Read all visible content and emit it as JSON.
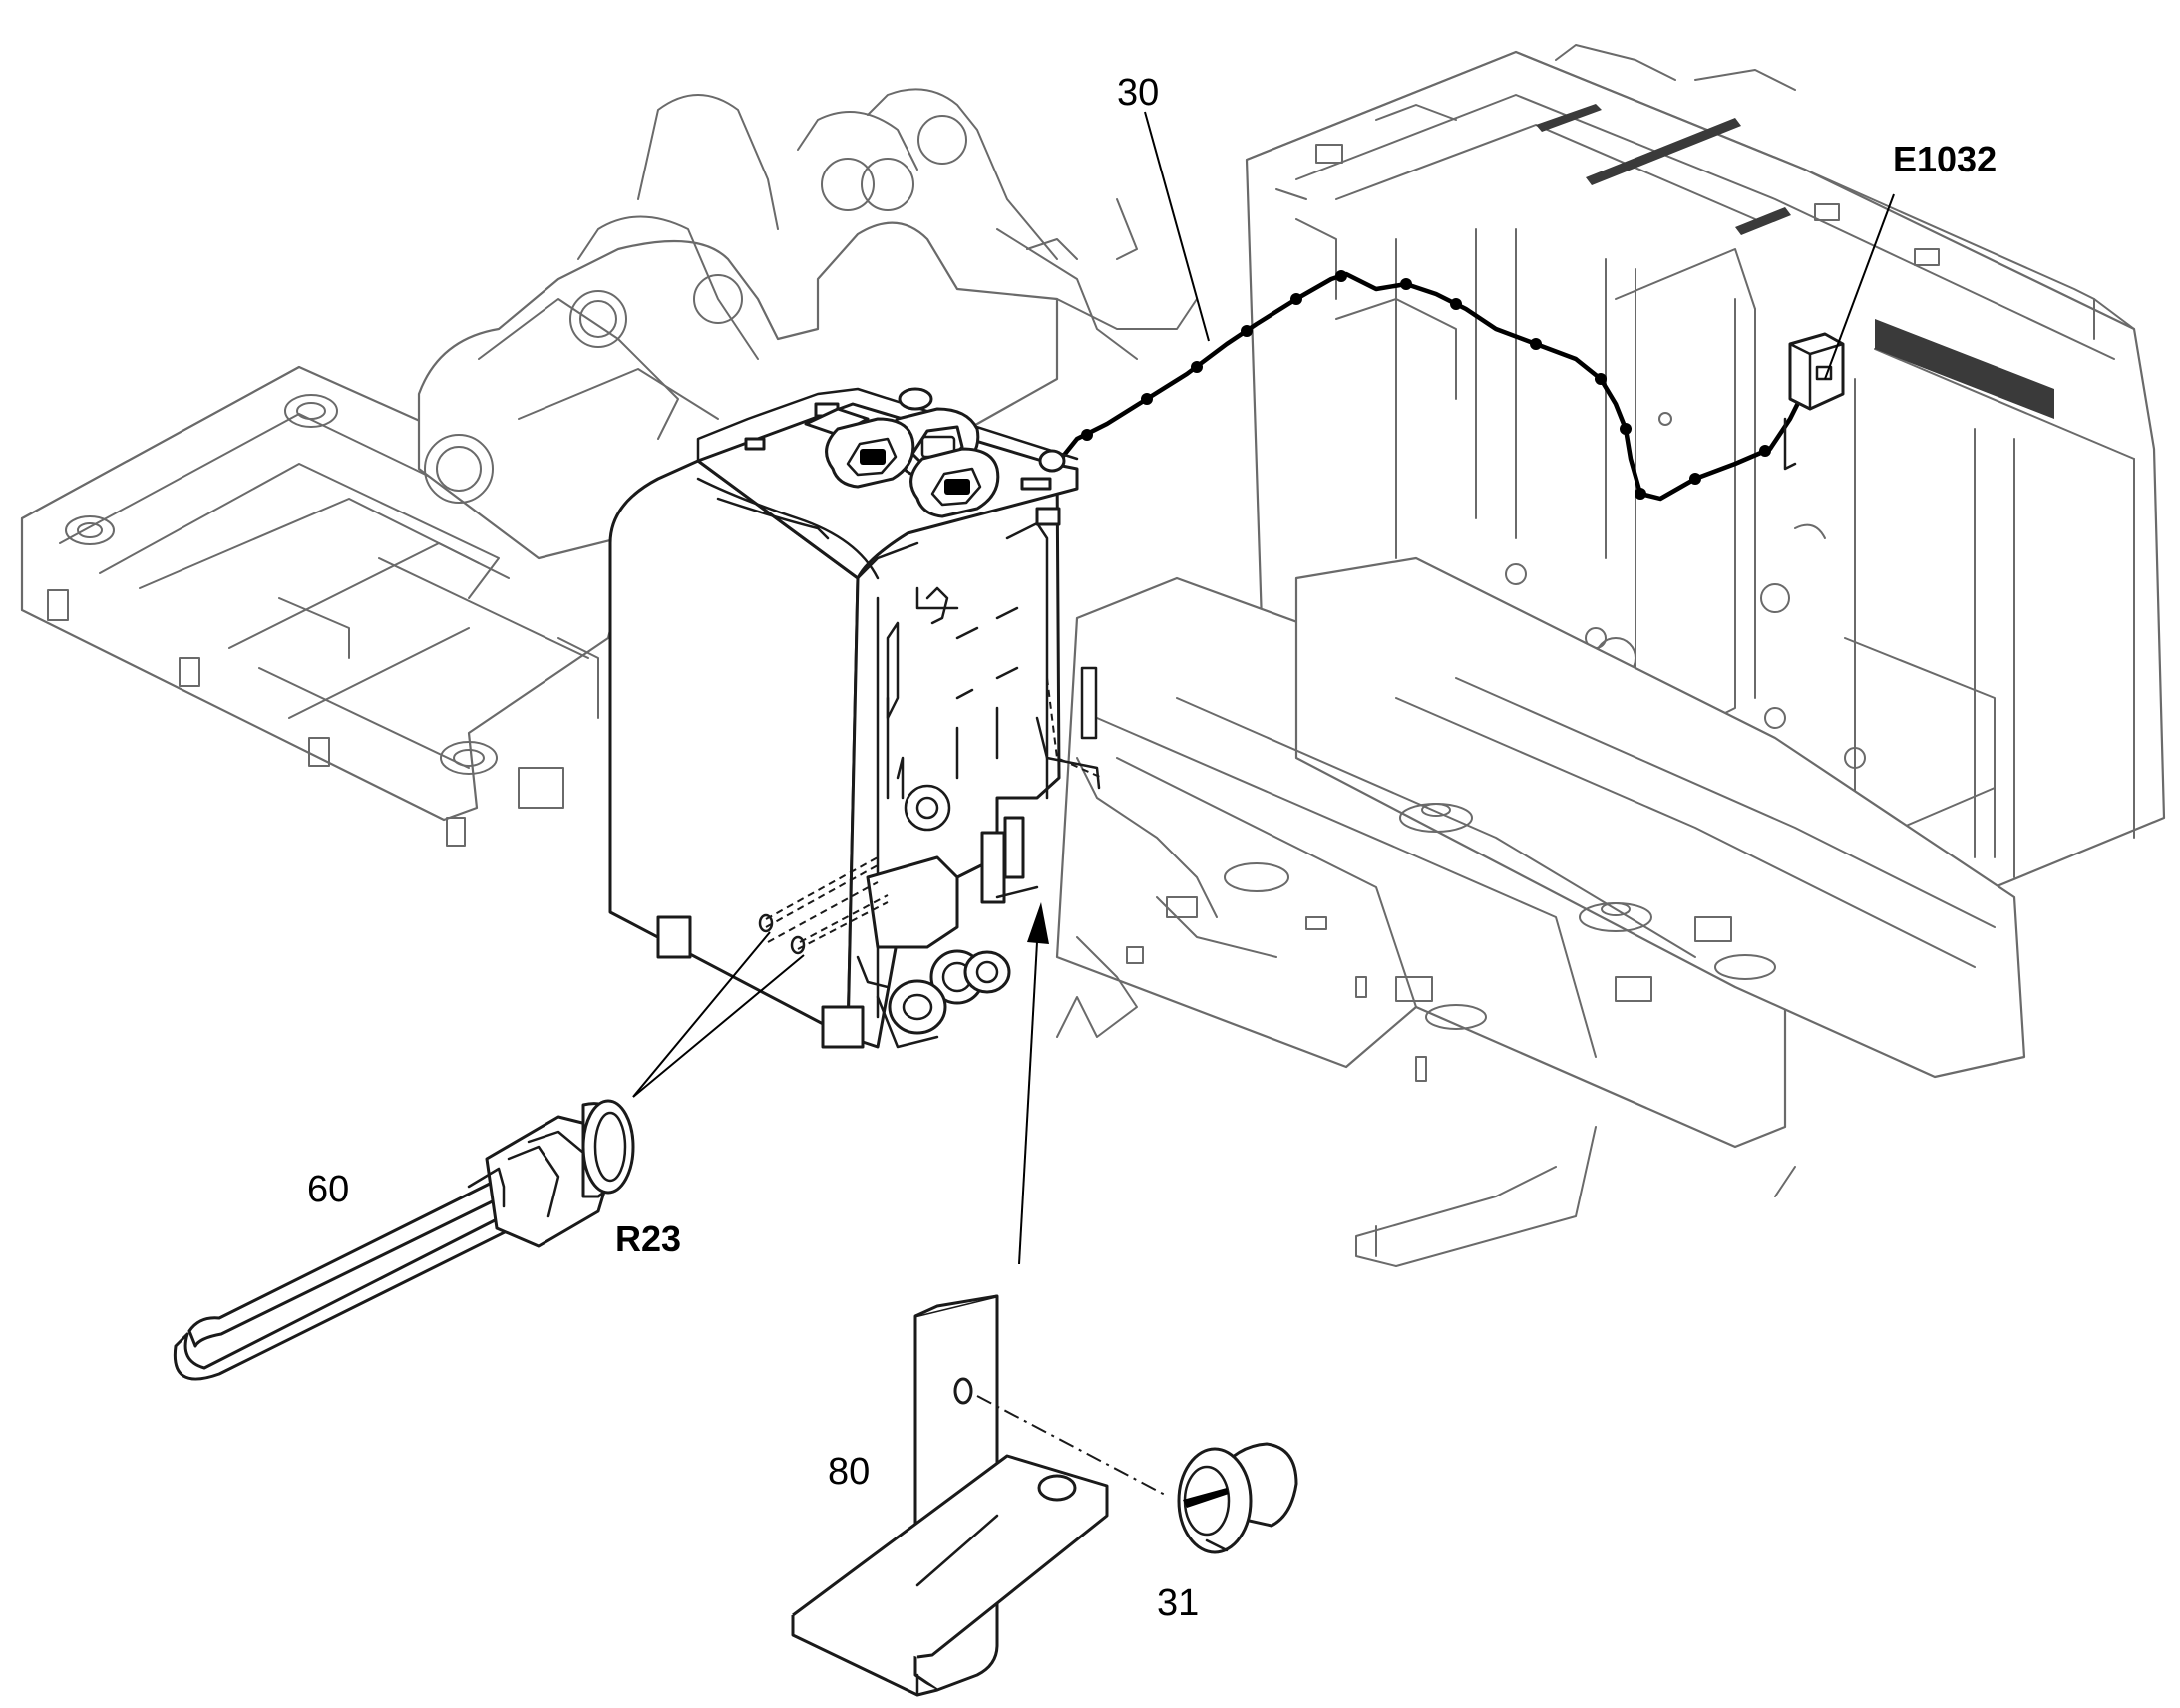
{
  "callouts": {
    "harness": "30",
    "plug": "31",
    "heater_element": "60",
    "bracket": "80",
    "connector_ref": "E1032",
    "heater_ref": "R23"
  }
}
